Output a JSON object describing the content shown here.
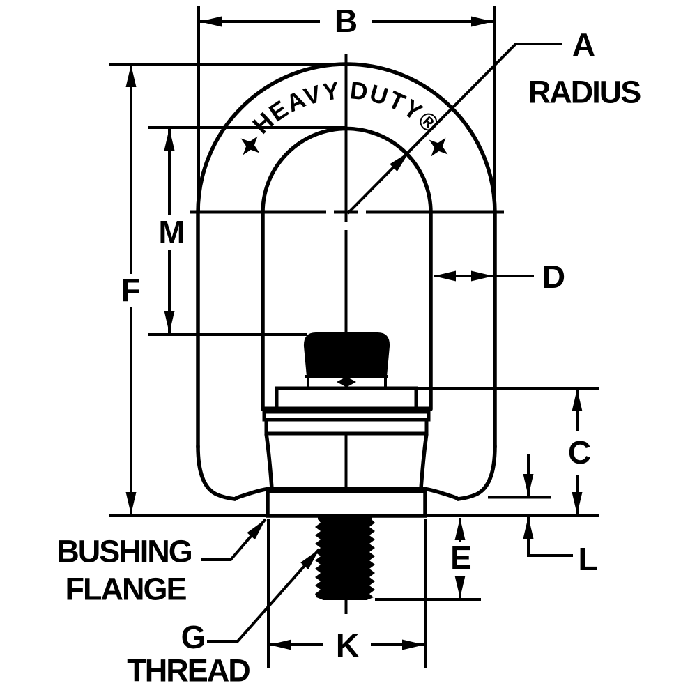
{
  "figure": {
    "type": "engineering-dimension-diagram",
    "subject": "swivel hoist ring with bushing flange and threaded stud",
    "colors": {
      "ink": "#000000",
      "background": "#ffffff"
    },
    "marking": "HEAVY DUTY®",
    "labels": {
      "b": "B",
      "a": "A",
      "radius": "RADIUS",
      "m": "M",
      "f": "F",
      "d": "D",
      "c": "C",
      "l": "L",
      "e": "E",
      "k": "K",
      "g": "G",
      "thread": "THREAD",
      "bushing": "BUSHING",
      "flange": "FLANGE"
    }
  }
}
